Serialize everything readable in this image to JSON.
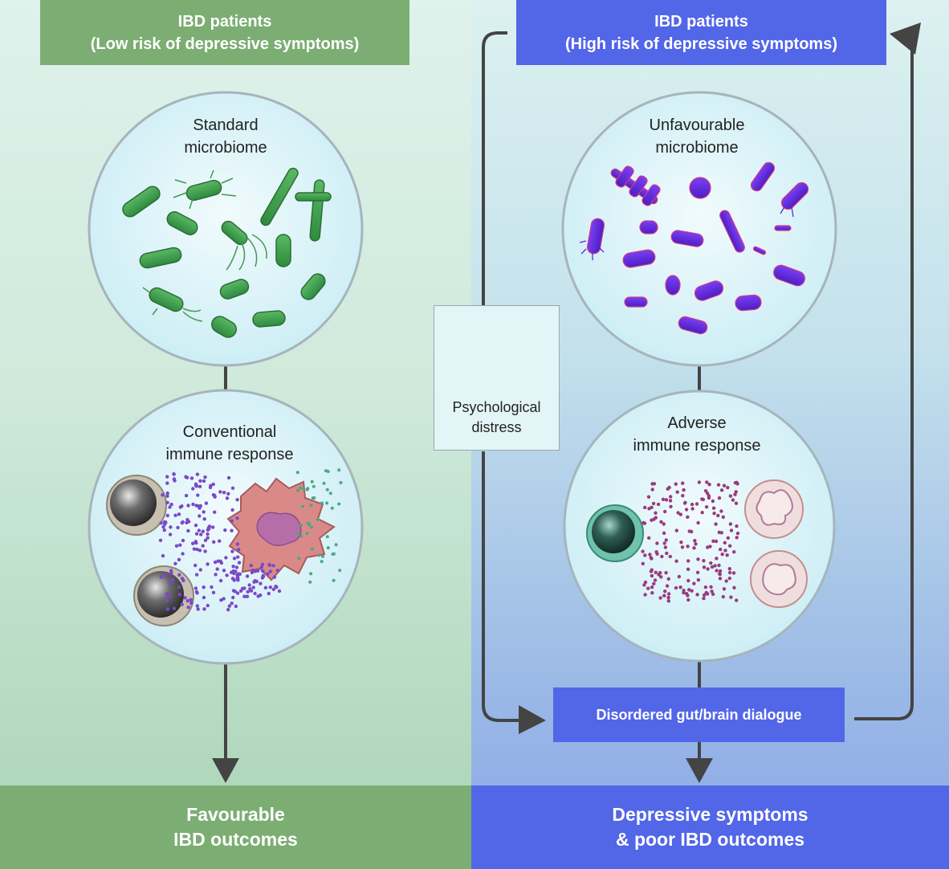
{
  "left": {
    "header": [
      "IBD patients",
      "(Low risk of depressive symptoms)"
    ],
    "microbiome_label": [
      "Standard",
      "microbiome"
    ],
    "immune_label": [
      "Conventional",
      "immune response"
    ],
    "footer": [
      "Favourable",
      "IBD outcomes"
    ]
  },
  "right": {
    "header": [
      "IBD patients",
      "(High risk of depressive symptoms)"
    ],
    "microbiome_label": [
      "Unfavourable",
      "microbiome"
    ],
    "immune_label": [
      "Adverse",
      "immune response"
    ],
    "gut_brain": "Disordered gut/brain dialogue",
    "footer": [
      "Depressive symptoms",
      "& poor IBD outcomes"
    ]
  },
  "center": {
    "psych_label": [
      "Psychological",
      "distress"
    ],
    "icon": "brain-icon"
  },
  "colors": {
    "low_risk_accent": "#7cad73",
    "high_risk_accent": "#5266e8",
    "standard_bacteria": "#3f9a4e",
    "unfavourable_bacteria": "#6a2fe0",
    "arrow": "#444444"
  }
}
